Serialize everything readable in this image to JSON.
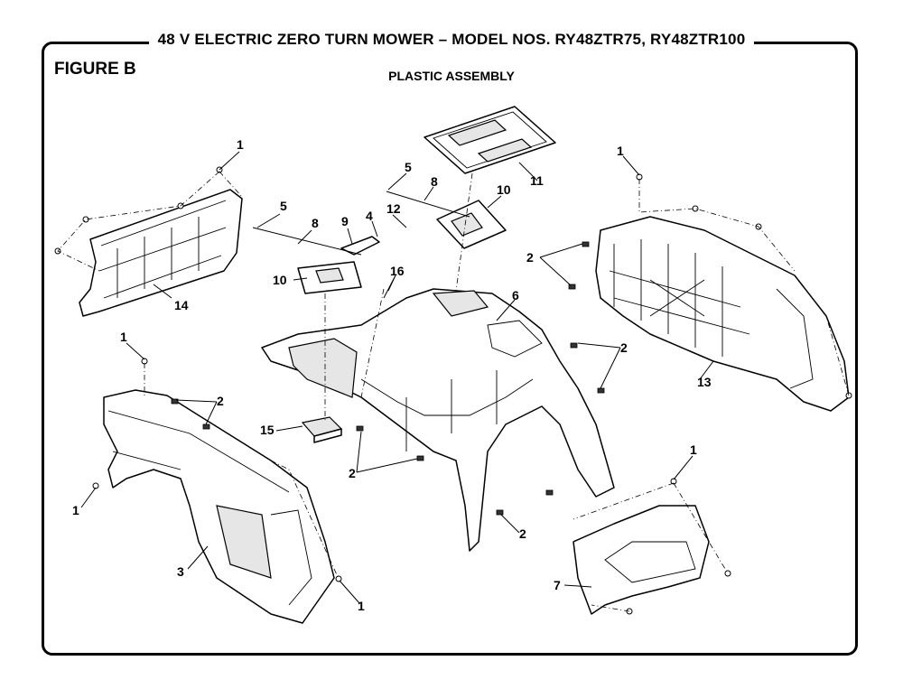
{
  "header": {
    "title": "48 V ELECTRIC ZERO TURN MOWER – MODEL NOS. RY48ZTR75, RY48ZTR100"
  },
  "figure": {
    "label": "FIGURE B",
    "subtitle": "PLASTIC ASSEMBLY"
  },
  "callouts": {
    "c1a": "1",
    "c1b": "1",
    "c1c": "1",
    "c1d": "1",
    "c1e": "1",
    "c1f": "1",
    "c2a": "2",
    "c2b": "2",
    "c2c": "2",
    "c2d": "2",
    "c2e": "2",
    "c3": "3",
    "c4": "4",
    "c5a": "5",
    "c5b": "5",
    "c6": "6",
    "c7": "7",
    "c8a": "8",
    "c8b": "8",
    "c9": "9",
    "c10a": "10",
    "c10b": "10",
    "c11": "11",
    "c12": "12",
    "c13": "13",
    "c14": "14",
    "c15": "15",
    "c16": "16"
  }
}
